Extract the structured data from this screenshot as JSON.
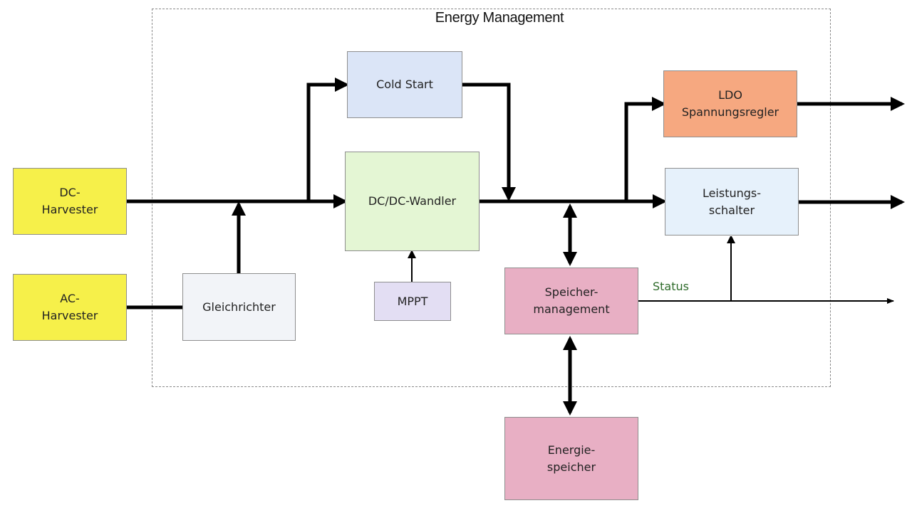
{
  "diagram": {
    "frame_title": "Energy Management",
    "blocks": {
      "dc_harvester": {
        "label": "DC-\nHarvester",
        "color": "#f6f04a"
      },
      "ac_harvester": {
        "label": "AC-\nHarvester",
        "color": "#f6f04a"
      },
      "gleichrichter": {
        "label": "Gleichrichter",
        "color": "#f2f4f8"
      },
      "cold_start": {
        "label": "Cold Start",
        "color": "#dbe5f7"
      },
      "dcdc": {
        "label": "DC/DC-Wandler",
        "color": "#e4f6d4"
      },
      "mppt": {
        "label": "MPPT",
        "color": "#e3def3"
      },
      "ldo": {
        "label": "LDO\nSpannungsregler",
        "color": "#f6a880"
      },
      "leistungsschalter": {
        "label": "Leistungs-\nschalter",
        "color": "#e6f1fb"
      },
      "speichermanagement": {
        "label": "Speicher-\nmanagement",
        "color": "#e8afc4"
      },
      "energiespeicher": {
        "label": "Energie-\nspeicher",
        "color": "#e8afc4"
      }
    },
    "status_label": "Status",
    "status_color": "#2e6b2a"
  }
}
